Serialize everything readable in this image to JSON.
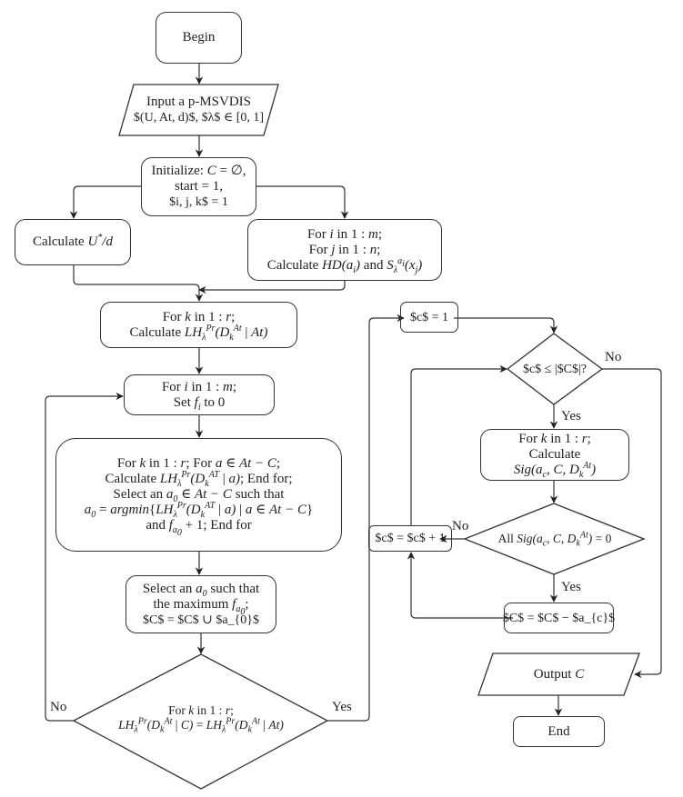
{
  "nodes": {
    "begin": {
      "lines": [
        "Begin"
      ]
    },
    "input": {
      "lines": [
        "Input a p-MSVDIS",
        "$(U, At, d)$, $λ$ ∈ [0, 1]"
      ]
    },
    "init": {
      "lines": [
        "Initialize: $C$ = ∅,",
        "start = 1,",
        "$i, j, k$ = 1"
      ]
    },
    "calc_u": {
      "lines": [
        "Calculate $U^{*}/d$"
      ]
    },
    "for_ij": {
      "lines": [
        "For $i$ in 1 : $m$;",
        "For $j$ in 1 : $n$;",
        "Calculate $HD(a_{i})$ and $S_{λ}^{a_{i}}(x_{j})$"
      ]
    },
    "for_k_lh": {
      "lines": [
        "For $k$ in 1 : $r$;",
        "Calculate $LH_{λ}^{Pr}(D_{k}^{At}$ | $At)$"
      ]
    },
    "set_f": {
      "lines": [
        "For $i$ in 1 : $m$;",
        "Set $f_{i}$ to 0"
      ]
    },
    "argmin": {
      "lines": [
        "For $k$ in 1 : $r$; For $a$ ∈ $At − C$;",
        "Calculate $LH_{λ}^{Pr}(D_{k}^{AT}$ | $a)$; End for;",
        "Select an $a_{0}$ ∈ $At − C$ such that",
        "$a_{0}$ = $argmin${$LH_{λ}^{Pr}(D_{k}^{AT}$ | $a)$ | $a$ ∈ $At − C$}",
        "and $f_{a_{0}}$ + 1; End for"
      ]
    },
    "select_max": {
      "lines": [
        "Select an $a_{0}$ such that",
        "the maximum $f_{a_{0}}$;",
        "$C$ = $C$ ∪ $a_{0}$"
      ]
    },
    "check_equal": {
      "lines": [
        "For $k$ in 1 : $r$;",
        "$LH_{λ}^{Pr}(D_{k}^{At}$ | $C)$ = $LH_{λ}^{Pr}(D_{k}^{At}$ | $At)$"
      ]
    },
    "c_init": {
      "lines": [
        "$c$ = 1"
      ]
    },
    "c_check": {
      "lines": [
        "$c$ ≤ |$C$|?"
      ]
    },
    "calc_sig": {
      "lines": [
        "For $k$ in 1 : $r$;",
        "Calculate",
        "$Sig(a_{c}, C, D_{k}^{At})$"
      ]
    },
    "all_sig": {
      "lines": [
        "All $Sig(a_{c}, C, D_{k}^{At})$ = 0"
      ]
    },
    "c_inc": {
      "lines": [
        "$c$ = $c$ + 1"
      ]
    },
    "remove": {
      "lines": [
        "$C$ = $C$ − $a_{c}$"
      ]
    },
    "output": {
      "lines": [
        "Output $C$"
      ]
    },
    "end": {
      "lines": [
        "End"
      ]
    }
  },
  "edge_labels": {
    "check_equal_no": "No",
    "check_equal_yes": "Yes",
    "c_check_no": "No",
    "c_check_yes": "Yes",
    "all_sig_no": "No",
    "all_sig_yes": "Yes"
  },
  "colors": {
    "stroke": "#333333",
    "text": "#222222"
  }
}
